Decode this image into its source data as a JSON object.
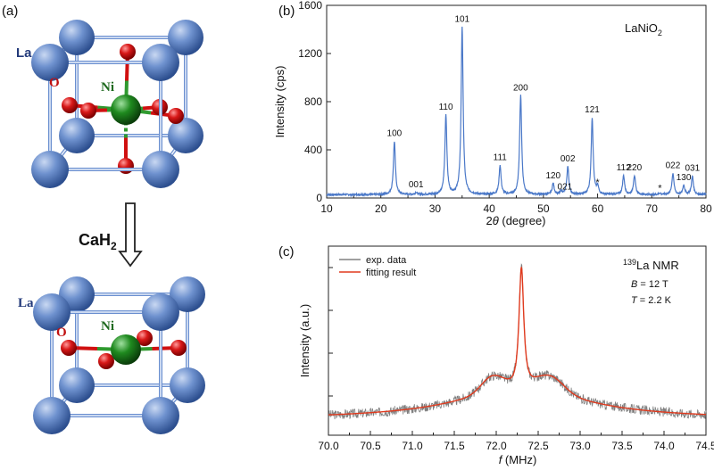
{
  "figure": {
    "panel_labels": [
      "(a)",
      "(b)",
      "(c)"
    ]
  },
  "crystal": {
    "reagent": "CaH",
    "reagent_sub": "2",
    "top": {
      "la_label": "La",
      "o_label": "O",
      "ni_label": "Ni"
    },
    "bottom": {
      "la_label": "La",
      "o_label": "O",
      "ni_label": "Ni"
    },
    "colors": {
      "la": "#5a7fc0",
      "o": "#d01010",
      "ni": "#1f7a1f",
      "frame": "#6a8fd0"
    }
  },
  "chart_data": [
    {
      "type": "line",
      "panel": "(b)",
      "compound_base": "LaNiO",
      "compound_sub": "2",
      "xlabel_prefix": "2",
      "xlabel_theta": "θ",
      "xlabel_suffix": " (degree)",
      "ylabel": "Intensity (cps)",
      "xlim": [
        10,
        80
      ],
      "ylim": [
        0,
        1600
      ],
      "xticks": [
        10,
        20,
        30,
        40,
        50,
        60,
        70,
        80
      ],
      "yticks": [
        0,
        400,
        800,
        1200,
        1600
      ],
      "baseline": 28,
      "line_color": "#4a78c8",
      "peaks": [
        {
          "x": 22.5,
          "y": 470,
          "label": "100"
        },
        {
          "x": 26.5,
          "y": 45,
          "label": "001"
        },
        {
          "x": 32.0,
          "y": 690,
          "label": "110"
        },
        {
          "x": 35.0,
          "y": 1420,
          "label": "101"
        },
        {
          "x": 42.0,
          "y": 270,
          "label": "111"
        },
        {
          "x": 45.8,
          "y": 850,
          "label": "200"
        },
        {
          "x": 51.8,
          "y": 120,
          "label": "120"
        },
        {
          "x": 53.3,
          "y": 55,
          "label": "021"
        },
        {
          "x": 54.5,
          "y": 260,
          "label": "002"
        },
        {
          "x": 59.0,
          "y": 665,
          "label": "121"
        },
        {
          "x": 60.0,
          "y": 90,
          "label": "*"
        },
        {
          "x": 64.8,
          "y": 185,
          "label": "112"
        },
        {
          "x": 66.8,
          "y": 185,
          "label": "220"
        },
        {
          "x": 71.5,
          "y": 40,
          "label": "*"
        },
        {
          "x": 73.9,
          "y": 205,
          "label": "022"
        },
        {
          "x": 75.9,
          "y": 105,
          "label": "130"
        },
        {
          "x": 77.5,
          "y": 180,
          "label": "031"
        }
      ]
    },
    {
      "type": "line",
      "panel": "(c)",
      "title_sup": "139",
      "title_main": "La NMR",
      "param_b_sym": "B",
      "param_b_val": " = 12 T",
      "param_t_sym": "T",
      "param_t_val": " = 2.2 K",
      "xlabel_sym": "f",
      "xlabel_unit": " (MHz)",
      "ylabel": "Intensity (a.u.)",
      "xlim": [
        70.0,
        74.5
      ],
      "xticks": [
        70.0,
        70.5,
        71.0,
        71.5,
        72.0,
        72.5,
        73.0,
        73.5,
        74.0,
        74.5
      ],
      "xticklabels": [
        "70.0",
        "70.5",
        "71.0",
        "71.5",
        "72.0",
        "72.5",
        "73.0",
        "73.5",
        "74.0",
        "74.5"
      ],
      "series": [
        {
          "name": "exp. data",
          "color": "#808080"
        },
        {
          "name": "fitting result",
          "color": "#e03a1e"
        }
      ],
      "fit_points": [
        [
          70.0,
          0.06
        ],
        [
          70.5,
          0.08
        ],
        [
          71.0,
          0.12
        ],
        [
          71.5,
          0.22
        ],
        [
          71.8,
          0.3
        ],
        [
          72.0,
          0.3
        ],
        [
          72.15,
          0.28
        ],
        [
          72.3,
          1.0
        ],
        [
          72.45,
          0.3
        ],
        [
          72.6,
          0.32
        ],
        [
          72.8,
          0.28
        ],
        [
          73.0,
          0.2
        ],
        [
          73.5,
          0.11
        ],
        [
          74.0,
          0.07
        ],
        [
          74.5,
          0.05
        ]
      ]
    }
  ]
}
